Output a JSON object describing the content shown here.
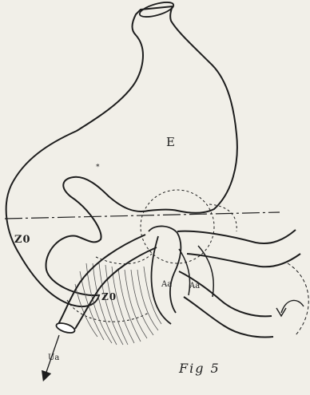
{
  "figure": {
    "labels": {
      "stomach": "E",
      "left_zone": "Z0",
      "lower_zone": "Z0",
      "aa_left": "Aa",
      "aa_right": "Aa",
      "arrow_label": "Ua",
      "caption": "Fig 5"
    }
  },
  "colors": {
    "paper": "#f1efe8",
    "ink": "#1d1d1d",
    "hatch": "#555555"
  }
}
